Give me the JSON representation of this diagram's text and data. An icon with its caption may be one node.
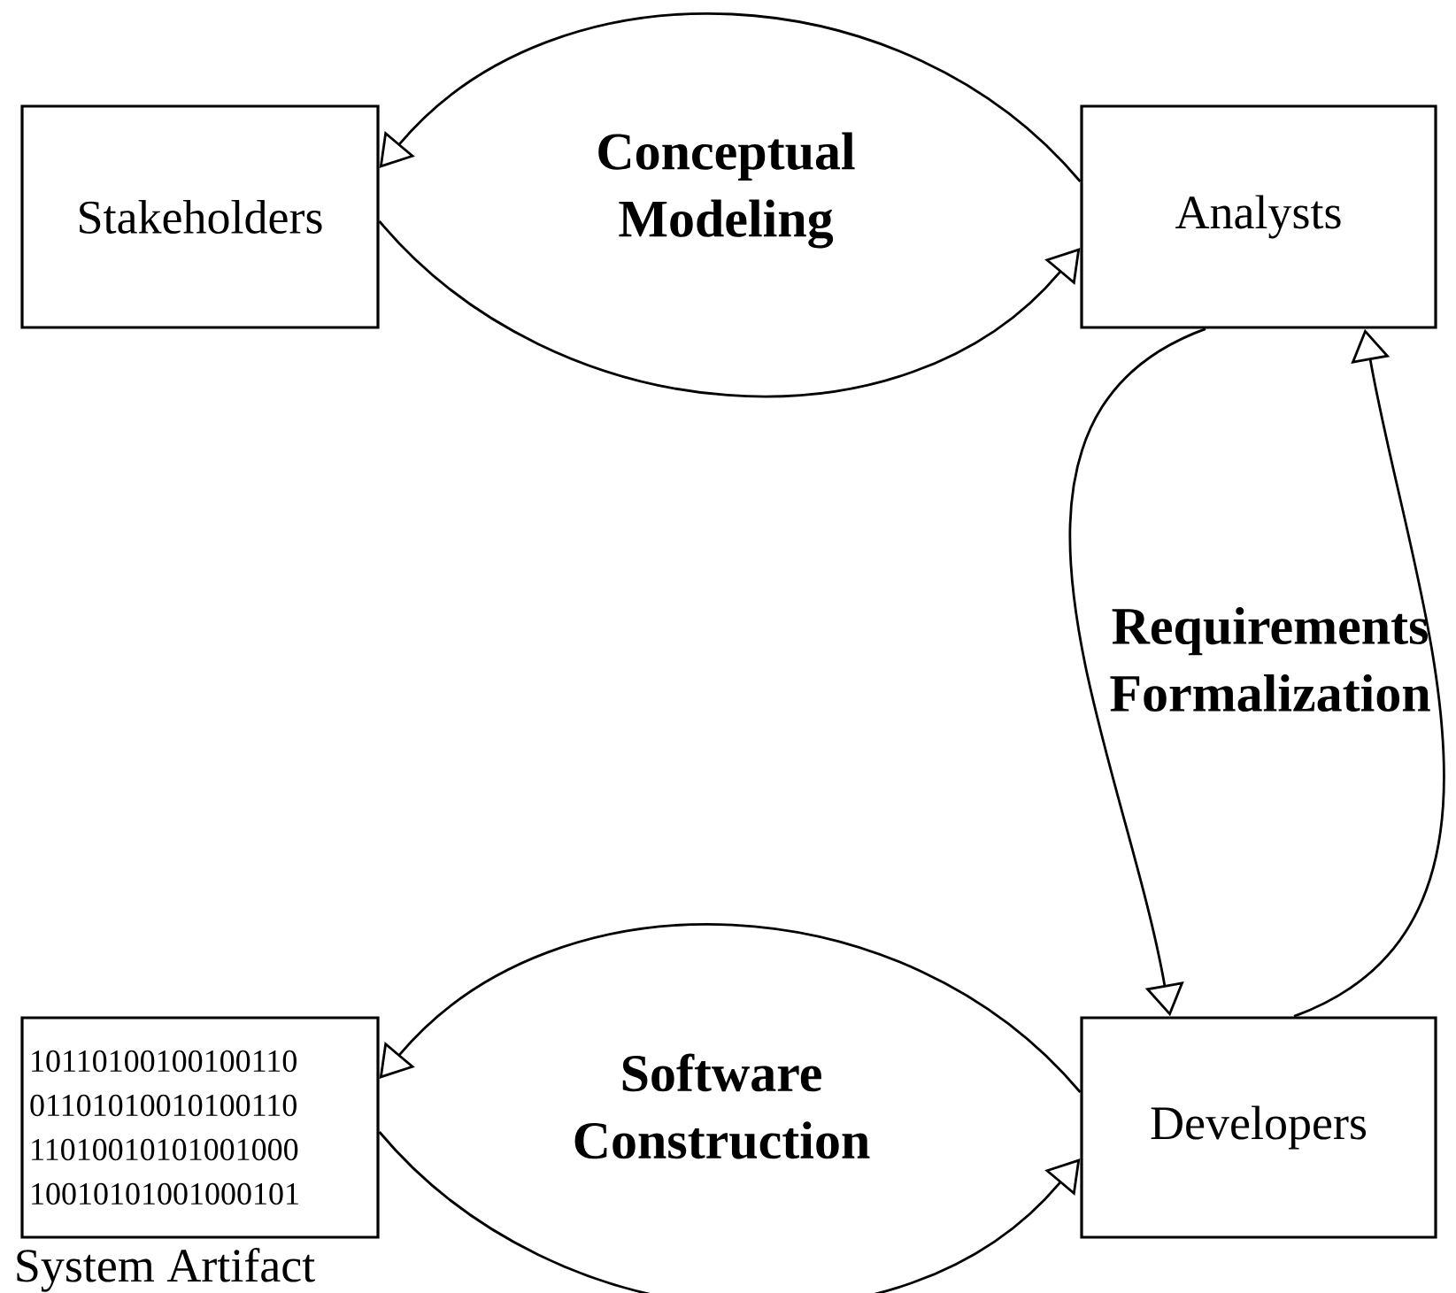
{
  "diagram": {
    "nodes": [
      {
        "text": [
          "Stakeholders"
        ]
      },
      {
        "text": [
          "Analysts"
        ]
      },
      {
        "text": [
          "Developers"
        ]
      },
      {
        "text": [
          "10110100100100110 01101010010100110 11010010101001000 10010101001000101",
          "System Artifact"
        ]
      }
    ],
    "edges": [
      {
        "from": 0,
        "to": 1,
        "arrow": "to"
      },
      {
        "from": 1,
        "to": 0,
        "arrow": "to"
      },
      {
        "from": 1,
        "to": 2,
        "arrow": "to"
      },
      {
        "from": 2,
        "to": 1,
        "arrow": "to"
      },
      {
        "from": 3,
        "to": 2,
        "arrow": "to"
      },
      {
        "from": 2,
        "to": 3,
        "arrow": "to"
      }
    ],
    "labels": [
      "Conceptual Modeling",
      "Requirements Formalization",
      "Software Construction"
    ]
  }
}
